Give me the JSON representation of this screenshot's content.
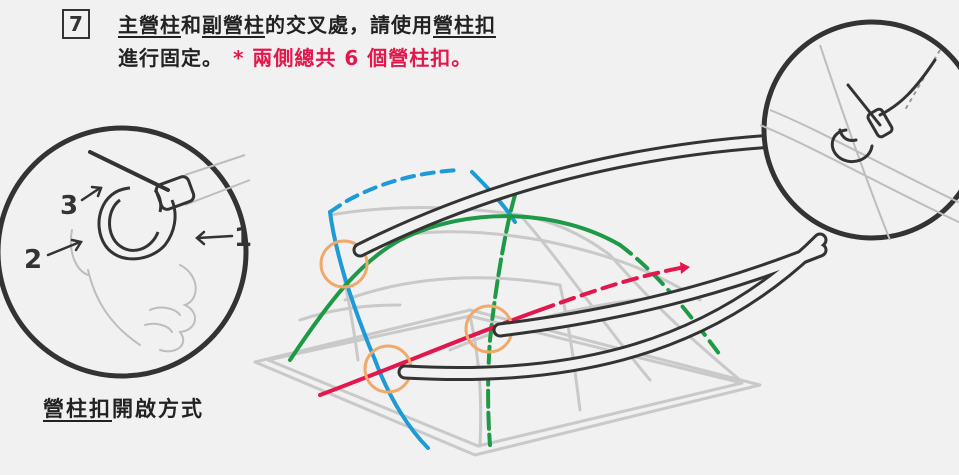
{
  "step": {
    "number": "7"
  },
  "instruction": {
    "line1_a": "主營柱",
    "line1_b": "和",
    "line1_c": "副營柱",
    "line1_d": "的交叉處，請使用",
    "line1_e": "營柱扣",
    "line2": "進行固定。",
    "note": "* 兩側總共 6 個營柱扣。"
  },
  "caption": {
    "underlined": "營柱扣",
    "rest": "開啟方式"
  },
  "steps_labels": {
    "one": "1",
    "two": "2",
    "three": "3"
  },
  "colors": {
    "main_pole": "#1e9ad6",
    "sub_pole": "#1e9a46",
    "cross_pole": "#e2174b",
    "clip_circle": "#f1a86b",
    "accent_text": "#e2174b"
  }
}
